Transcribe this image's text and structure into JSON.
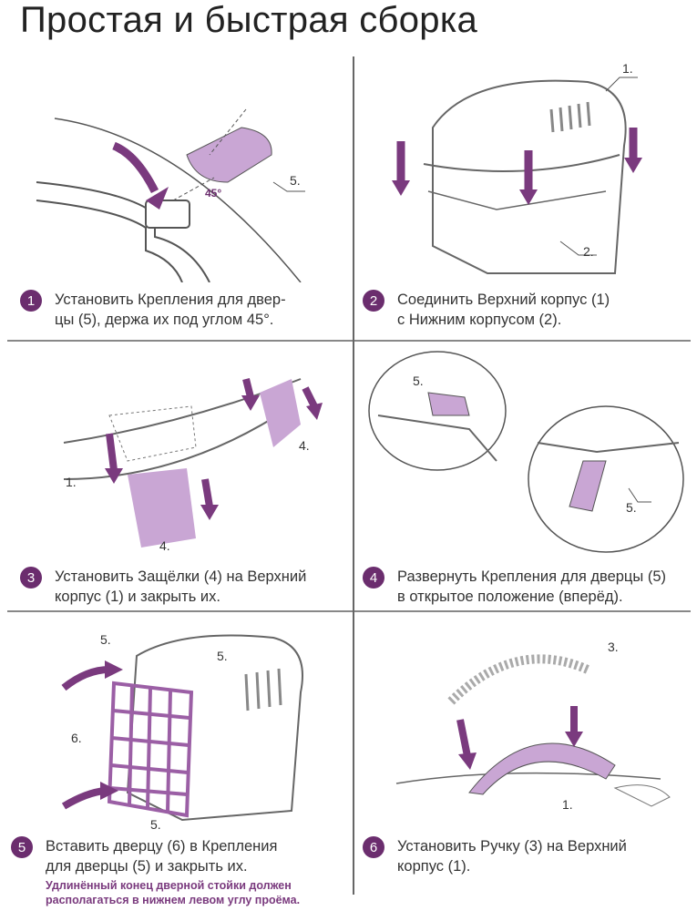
{
  "title": "Простая и быстрая сборка",
  "colors": {
    "accent": "#6b2d6e",
    "fill": "#c9a6d4",
    "arrow": "#7a3a7e"
  },
  "steps": [
    {
      "number": "1",
      "lines": [
        "Установить Крепления для двер-",
        "цы (5), держа их под углом 45°."
      ],
      "labels": [
        "5.",
        "45°"
      ]
    },
    {
      "number": "2",
      "lines": [
        "Соединить Верхний корпус (1)",
        "с Нижним корпусом (2)."
      ],
      "labels": [
        "1.",
        "2."
      ]
    },
    {
      "number": "3",
      "lines": [
        "Установить Защёлки (4) на Верхний",
        "корпус (1) и закрыть их."
      ],
      "labels": [
        "4.",
        "1.",
        "4."
      ]
    },
    {
      "number": "4",
      "lines": [
        "Развернуть Крепления для дверцы (5)",
        "в открытое положение (вперёд)."
      ],
      "labels": [
        "5.",
        "5."
      ]
    },
    {
      "number": "5",
      "lines": [
        "Вставить дверцу (6) в Крепления",
        "для дверцы (5) и закрыть их."
      ],
      "note": [
        "Удлинённый конец дверной стойки должен",
        "располагаться в нижнем левом углу проёма."
      ],
      "labels": [
        "5.",
        "5.",
        "6.",
        "5."
      ]
    },
    {
      "number": "6",
      "lines": [
        "Установить  Ручку (3) на Верхний",
        "корпус (1)."
      ],
      "labels": [
        "3.",
        "1."
      ]
    }
  ]
}
